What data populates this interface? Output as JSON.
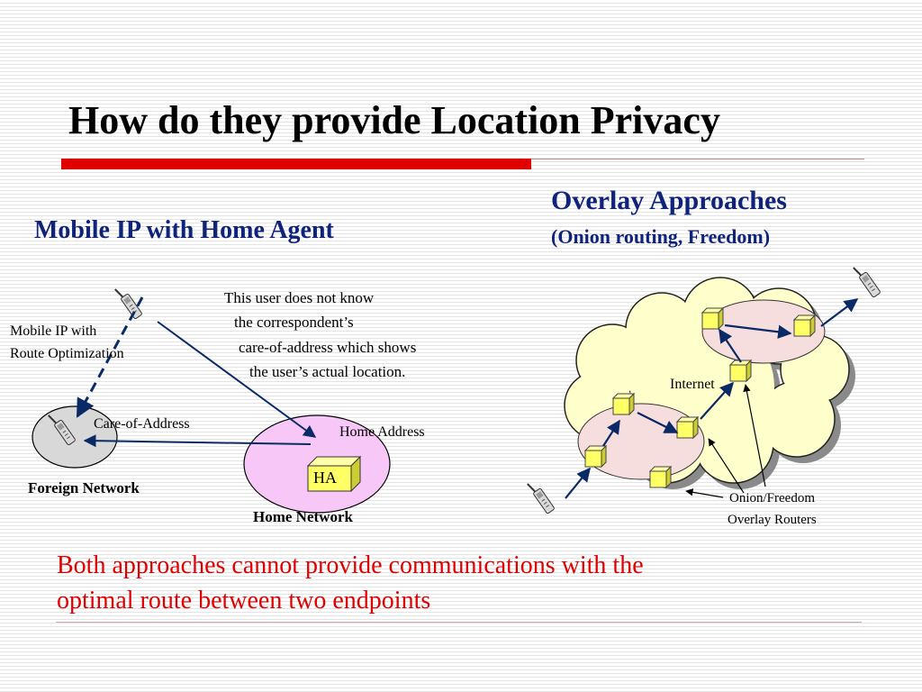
{
  "slide": {
    "title": "How do they provide Location Privacy",
    "conclusion_line1": "Both approaches cannot provide communications with the",
    "conclusion_line2": "optimal route between two endpoints"
  },
  "mobile_ip": {
    "heading": "Mobile IP with Home Agent",
    "note_lines": [
      "This user does not know",
      "the correspondent’s",
      "care-of-address which shows",
      "the user’s actual location."
    ],
    "route_opt_line1": "Mobile IP with",
    "route_opt_line2": "Route Optimization",
    "care_of_address": "Care-of-Address",
    "home_address": "Home Address",
    "ha_label": "HA",
    "foreign_network": "Foreign Network",
    "home_network": "Home Network"
  },
  "overlay": {
    "heading_line1": "Overlay Approaches",
    "heading_line2": "(Onion routing, Freedom)",
    "internet_label": "Internet",
    "routers_line1": "Onion/Freedom",
    "routers_line2": "Overlay Routers"
  },
  "icons": [
    "mobile-phone-icon",
    "home-agent-box-icon",
    "overlay-router-icon",
    "internet-cloud"
  ],
  "colors": {
    "title_bar": "#e00000",
    "heading_blue": "#10237a",
    "arrow_navy": "#0a2a66",
    "conclusion_red": "#e00000",
    "home_network_fill": "#f7c8f7",
    "foreign_network_fill": "#d8d8d8",
    "cloud_fill": "#ffffcc",
    "overlay_region_fill": "#f7dede",
    "router_fill": "#ffff66"
  }
}
